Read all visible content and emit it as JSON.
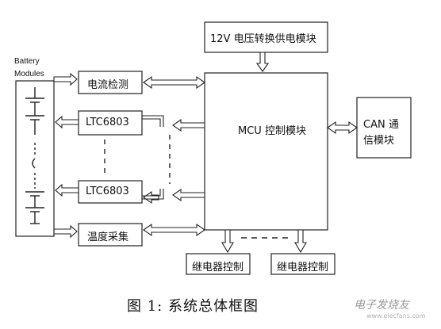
{
  "battery": {
    "line1": "Battery",
    "line2": "Modules"
  },
  "blocks": {
    "power": "12V 电压转换供电模块",
    "current": "电流检测",
    "ltc_top": "LTC6803",
    "ltc_bottom": "LTC6803",
    "temp": "温度采集",
    "mcu": "MCU 控制模块",
    "can_line1": "CAN 通",
    "can_line2": "信模块",
    "relay_left": "继电器控制",
    "relay_right": "继电器控制"
  },
  "caption": "图 1:  系统总体框图",
  "watermark": {
    "main": "电子发烧友",
    "sub": "www.elecfans.com"
  }
}
